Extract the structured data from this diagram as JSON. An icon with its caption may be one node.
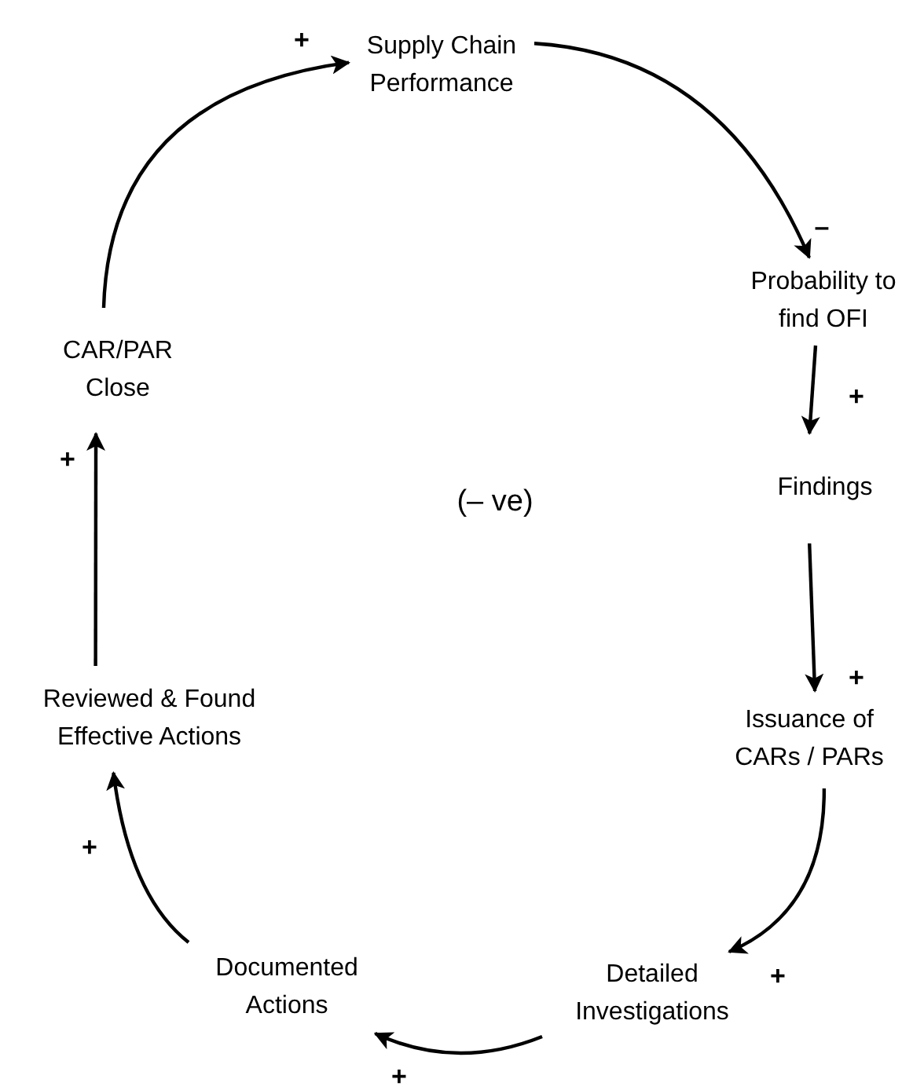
{
  "diagram": {
    "nodes": [
      {
        "text": [
          "Supply Chain Performance"
        ]
      },
      {
        "text": [
          "Probability to find OFI"
        ]
      },
      {
        "text": [
          "CAR/PAR Close"
        ]
      },
      {
        "text": [
          "Findings"
        ]
      },
      {
        "text": [
          "Reviewed & Found Effective Actions"
        ]
      },
      {
        "text": [
          "Issuance of CARs / PARs"
        ]
      },
      {
        "text": [
          "Documented Actions"
        ]
      },
      {
        "text": [
          "Detailed Investigations"
        ]
      }
    ],
    "edges": [
      {
        "from": 0,
        "to": 1,
        "arrow": "to",
        "label": "–"
      },
      {
        "from": 1,
        "to": 3,
        "arrow": "to",
        "label": "+"
      },
      {
        "from": 3,
        "to": 5,
        "arrow": "to",
        "label": "+"
      },
      {
        "from": 5,
        "to": 7,
        "arrow": "to",
        "label": "+"
      },
      {
        "from": 7,
        "to": 6,
        "arrow": "to",
        "label": "+"
      },
      {
        "from": 6,
        "to": 4,
        "arrow": "to",
        "label": "+"
      },
      {
        "from": 4,
        "to": 2,
        "arrow": "to",
        "label": "+"
      },
      {
        "from": 2,
        "to": 0,
        "arrow": "to",
        "label": "+"
      }
    ],
    "labels": [
      "(– ve)"
    ]
  }
}
